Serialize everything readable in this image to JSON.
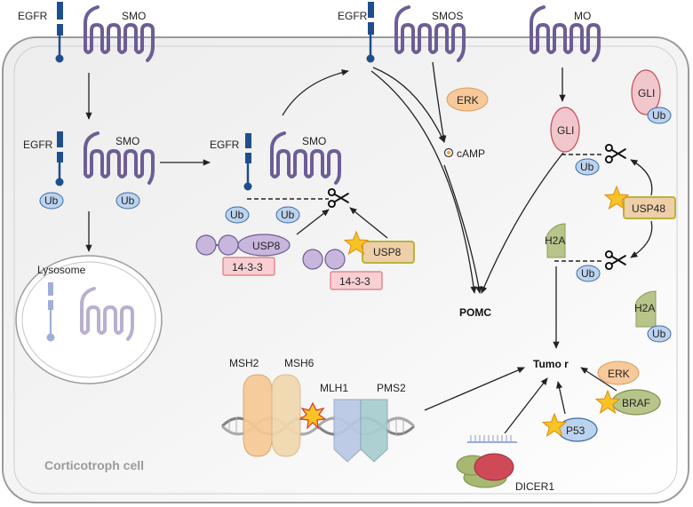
{
  "labels": {
    "egfr": "EGFR",
    "smo": "SMO",
    "smos": "SMOS",
    "mo": "MO",
    "ub": "Ub",
    "usp8": "USP8",
    "p1433": "14-3-3",
    "lysosome": "Lysosome",
    "erk": "ERK",
    "camp": "cAMP",
    "pomc": "POMC",
    "gli": "GLI",
    "usp48": "USP48",
    "h2a": "H2A",
    "tumor": "Tumo r",
    "msh2": "MSH2",
    "msh6": "MSH6",
    "mlh1": "MLH1",
    "pms2": "PMS2",
    "p53": "P53",
    "braf": "BRAF",
    "dicer1": "DICER1",
    "cell": "Corticotroph cell"
  },
  "colors": {
    "egfr": "#1f4e8c",
    "smo": "#6d5d96",
    "ub": "#bcd3ee",
    "ub_stroke": "#3a6aa8",
    "purple_bead": "#c9b6dd",
    "usp8_box": "#eecfa8",
    "pink_box": "#f8cfd3",
    "erk": "#f7c89a",
    "gli": "#f2c7cc",
    "h2a": "#b8c58a",
    "star": "#f7c325",
    "cell_border": "#9a9a9a"
  }
}
